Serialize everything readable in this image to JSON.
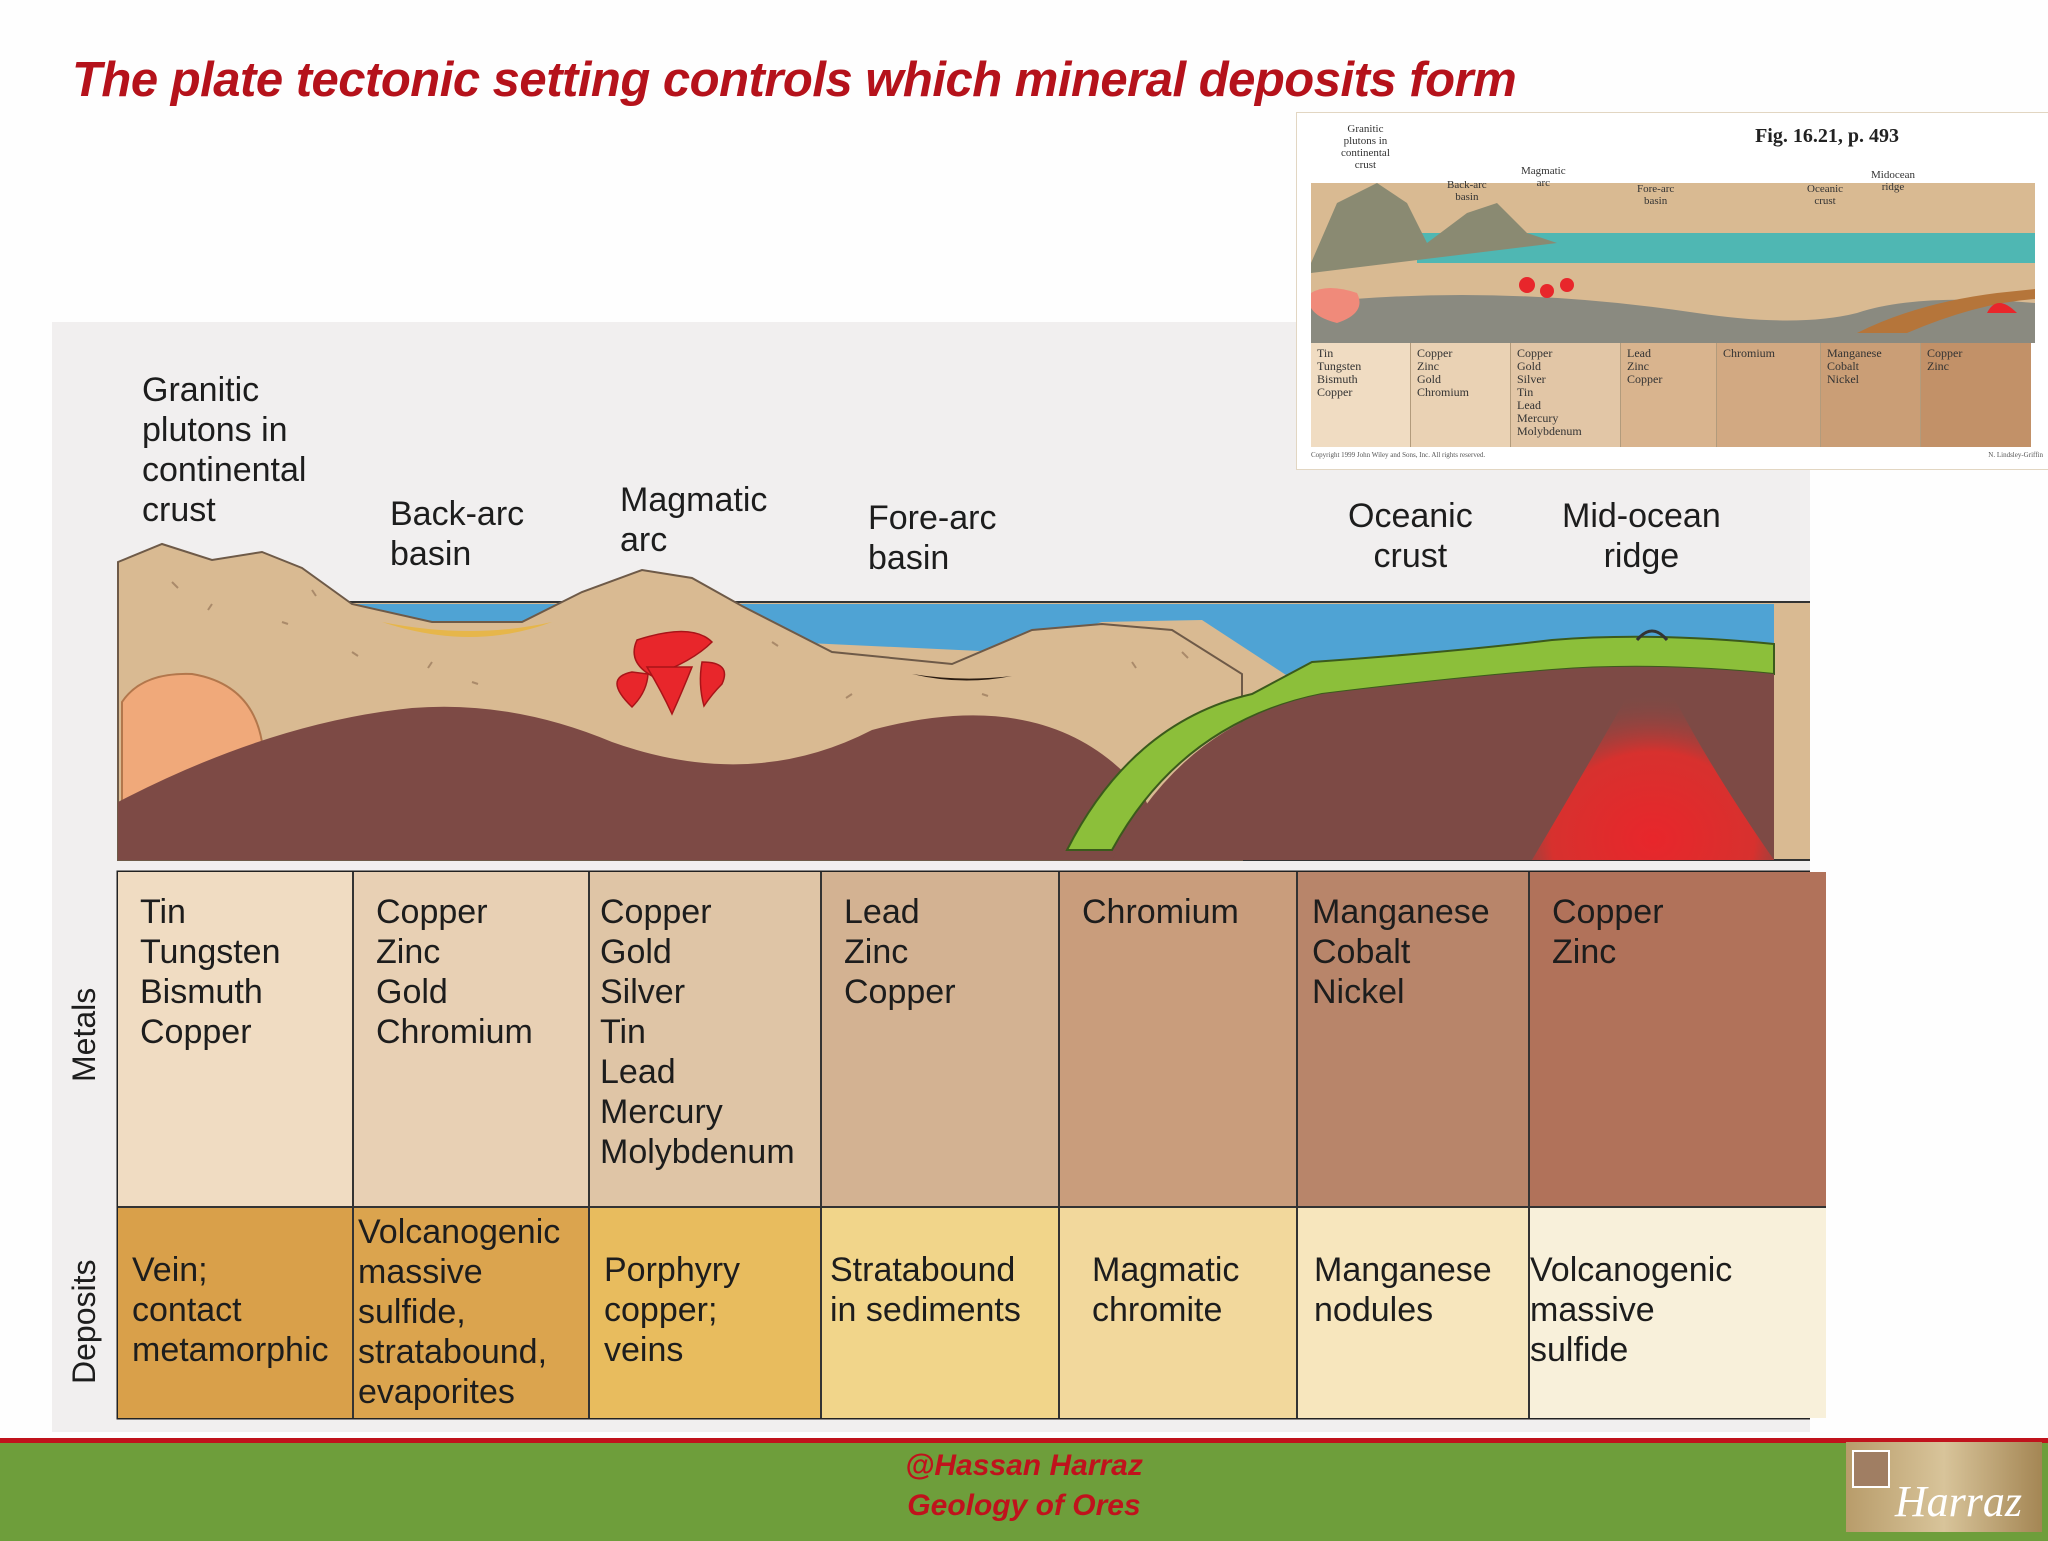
{
  "title": "The plate tectonic setting controls which mineral deposits form",
  "settings": [
    "Granitic\nplutons in\ncontinental\ncrust",
    "Back-arc\nbasin",
    "Magmatic\narc",
    "Fore-arc\nbasin",
    "Oceanic\ncrust",
    "Mid-ocean\nridge"
  ],
  "row_labels": {
    "metals": "Metals",
    "deposits": "Deposits"
  },
  "metals": [
    "Tin\nTungsten\nBismuth\nCopper",
    "Copper\nZinc\nGold\nChromium",
    "Copper\nGold\nSilver\nTin\nLead\nMercury\nMolybdenum",
    "Lead\nZinc\nCopper",
    "Chromium",
    "Manganese\nCobalt\nNickel",
    "Copper\nZinc"
  ],
  "deposits": [
    "Vein;\ncontact\nmetamorphic",
    "Volcanogenic\nmassive\nsulfide,\nstratabound,\nevaporites",
    "Porphyry\n   copper;\nveins",
    "Stratabound\nin sediments",
    "Magmatic\nchromite",
    "Manganese\nnodules",
    "Volcanogenic\nmassive\nsulfide"
  ],
  "inset": {
    "fig_ref": "Fig. 16.21, p. 493",
    "labels": [
      "Granitic\nplutons in\ncontinental\ncrust",
      "Back-arc\nbasin",
      "Magmatic\narc",
      "Fore-arc\nbasin",
      "Oceanic\ncrust",
      "Midocean\nridge"
    ],
    "metals": [
      "Tin\nTungsten\nBismuth\nCopper",
      "Copper\nZinc\nGold\nChromium",
      "Copper\nGold\nSilver\nTin\nLead\nMercury\nMolybdenum",
      "Lead\nZinc\nCopper",
      "Chromium",
      "Manganese\nCobalt\nNickel",
      "Copper\nZinc"
    ],
    "copyright": "Copyright 1999 John Wiley and Sons, Inc. All rights reserved.",
    "credit": "N. Lindsley-Griffin"
  },
  "footer": {
    "line1": "@Hassan Harraz",
    "line2": "Geology  of Ores"
  },
  "logo_text": "Harraz",
  "colors": {
    "title": "#b5121b",
    "ocean": "#4fa3d4",
    "magma": "#e8262b",
    "oceanic_crust": "#8cbf3a",
    "mantle": "#7d4a45",
    "continental": "#d9ba92",
    "footer": "#6e9e3b"
  }
}
